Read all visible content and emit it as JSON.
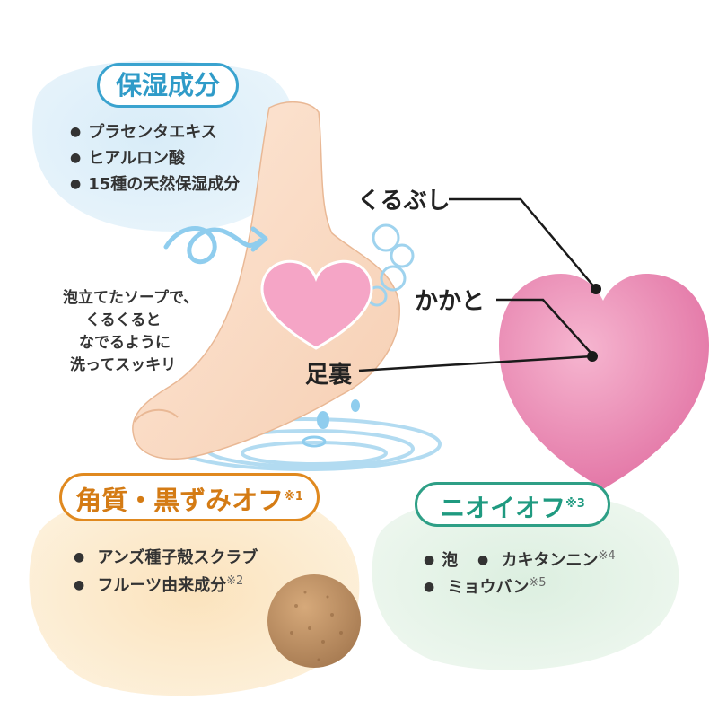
{
  "moisture": {
    "title": "保湿成分",
    "items": [
      "プラセンタエキス",
      "ヒアルロン酸",
      "15種の天然保湿成分"
    ]
  },
  "wash_text": [
    "泡立てたソープで、",
    "くるくると",
    "なでるように",
    "洗ってスッキリ"
  ],
  "foot_labels": {
    "kurubushi": "くるぶし",
    "kakato": "かかと",
    "ashiura": "足裏"
  },
  "keratin": {
    "title": "角質・黒ずみオフ",
    "title_note": "※1",
    "items": [
      {
        "text": "アンズ種子殻スクラブ",
        "note": ""
      },
      {
        "text": "フルーツ由来成分",
        "note": "※2"
      }
    ]
  },
  "odor": {
    "title": "ニオイオフ",
    "title_note": "※3",
    "item_awa": "泡",
    "item_kaki": "カキタンニン",
    "item_kaki_note": "※4",
    "item_myouban": "ミョウバン",
    "item_myouban_note": "※5"
  },
  "colors": {
    "moisture_accent": "#3aa3cf",
    "keratin_accent": "#e0891f",
    "odor_accent": "#2e9f86",
    "heart_pink": "#e879a8"
  }
}
